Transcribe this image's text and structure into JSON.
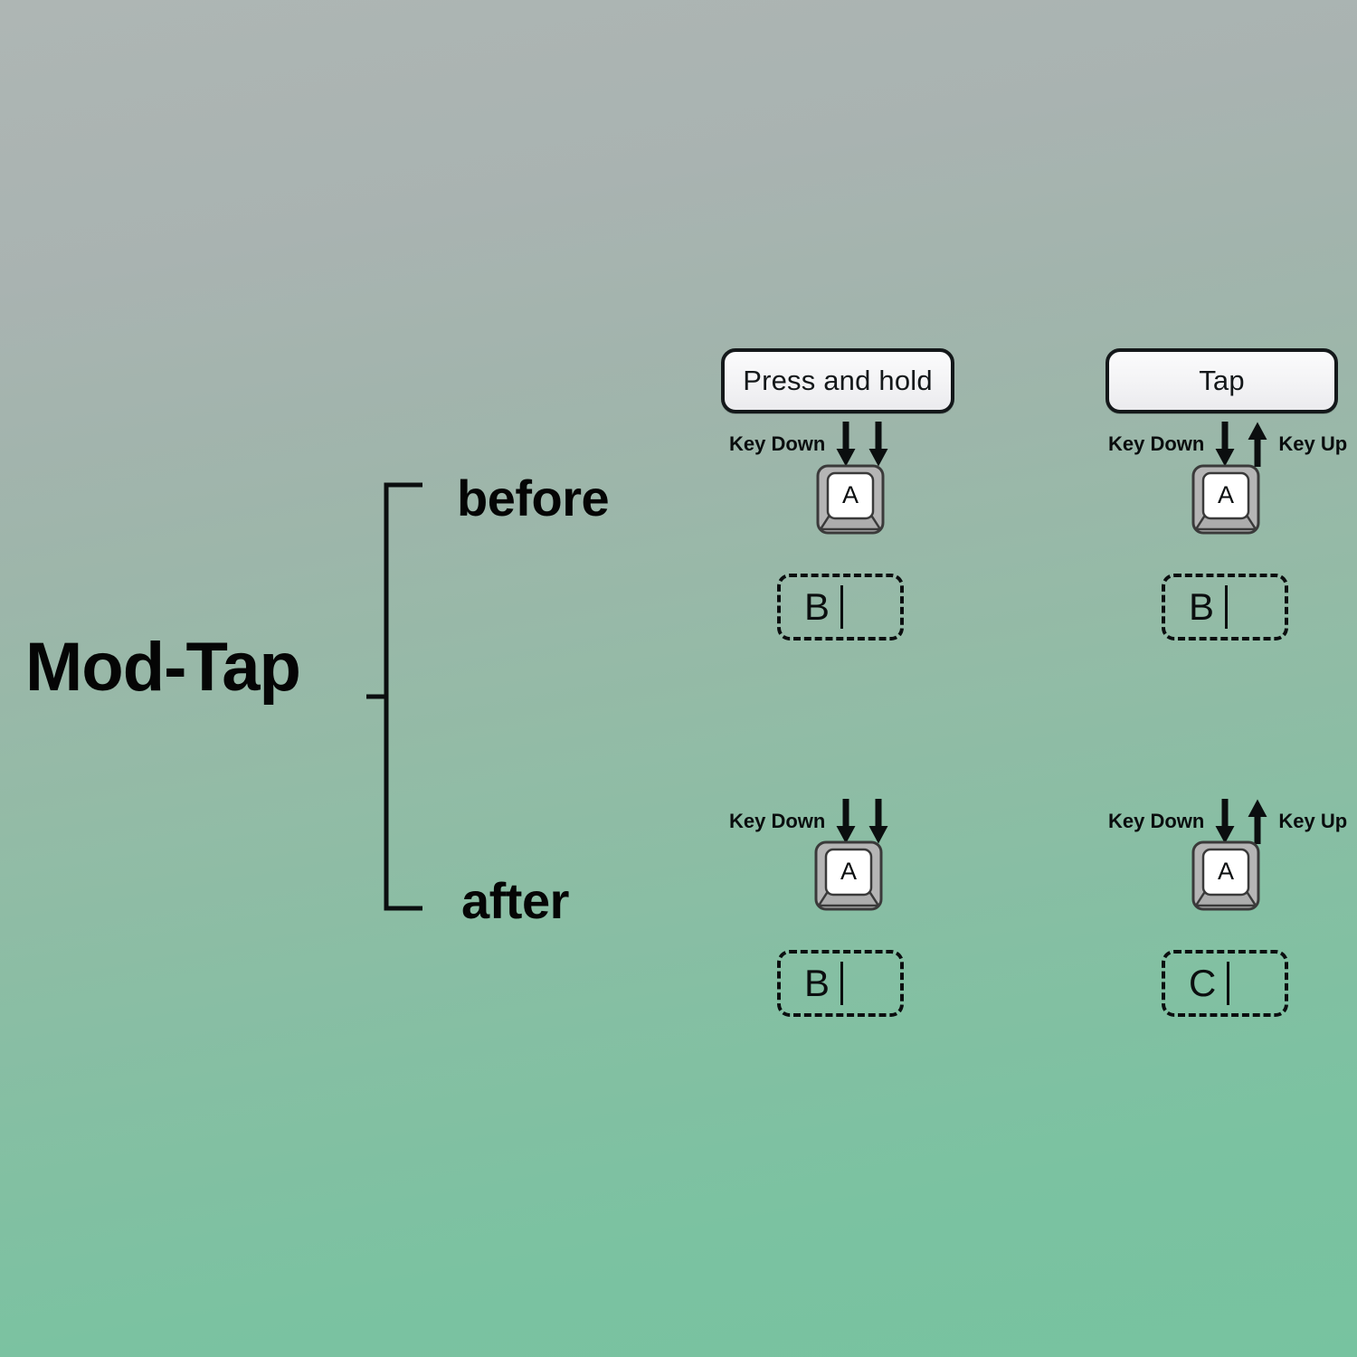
{
  "title": "Mod-Tap",
  "branches": [
    {
      "key": "before",
      "label": "before"
    },
    {
      "key": "after",
      "label": "after"
    }
  ],
  "columns": [
    {
      "key": "press-and-hold",
      "header": "Press and hold"
    },
    {
      "key": "tap",
      "header": "Tap"
    }
  ],
  "cells": {
    "before_press": {
      "left_event_label": "Key Down",
      "right_event_label": "",
      "arrows": "down-down",
      "keycap_letter": "A",
      "output_letter": "B"
    },
    "before_tap": {
      "left_event_label": "Key Down",
      "right_event_label": "Key Up",
      "arrows": "down-up",
      "keycap_letter": "A",
      "output_letter": "B"
    },
    "after_press": {
      "left_event_label": "Key Down",
      "right_event_label": "",
      "arrows": "down-down",
      "keycap_letter": "A",
      "output_letter": "B"
    },
    "after_tap": {
      "left_event_label": "Key Down",
      "right_event_label": "Key Up",
      "arrows": "down-up",
      "keycap_letter": "A",
      "output_letter": "C"
    }
  },
  "colors": {
    "background_top": "#aeb6b4",
    "background_bottom": "#77c3a0",
    "ink": "#0b0e0f",
    "pill_face": "#f4f4f6",
    "keycap_frame": "#b3b3b3",
    "keycap_face": "#ffffff"
  }
}
